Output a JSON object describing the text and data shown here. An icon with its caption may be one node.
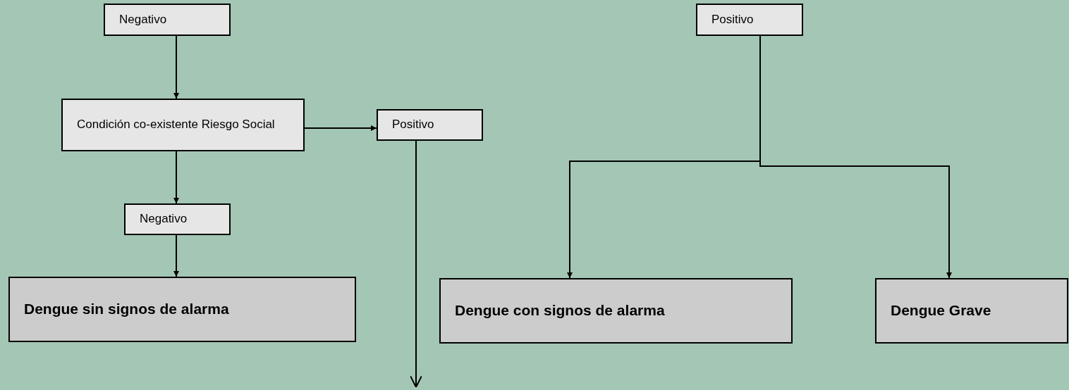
{
  "diagram": {
    "nodes": [
      {
        "text": [
          "Negativo"
        ]
      },
      {
        "text": [
          "Condición co-existente Riesgo Social"
        ]
      },
      {
        "text": [
          "Positivo"
        ]
      },
      {
        "text": [
          "Negativo"
        ]
      },
      {
        "text": [
          "Dengue sin signos de alarma"
        ]
      },
      {
        "text": [
          "Dengue con signos de alarma"
        ]
      },
      {
        "text": [
          "Dengue Grave"
        ]
      },
      {
        "text": [
          "Positivo"
        ]
      }
    ],
    "edges": [
      {
        "from": 0,
        "to": 1,
        "arrow": "to"
      },
      {
        "from": 1,
        "to": 2,
        "arrow": "to"
      },
      {
        "from": 1,
        "to": 3,
        "arrow": "to"
      },
      {
        "from": 3,
        "to": 4,
        "arrow": "to"
      },
      {
        "from": 2,
        "to": null,
        "arrow": "to"
      },
      {
        "from": 7,
        "to": 5,
        "arrow": "to"
      },
      {
        "from": 7,
        "to": 6,
        "arrow": "to"
      }
    ]
  }
}
